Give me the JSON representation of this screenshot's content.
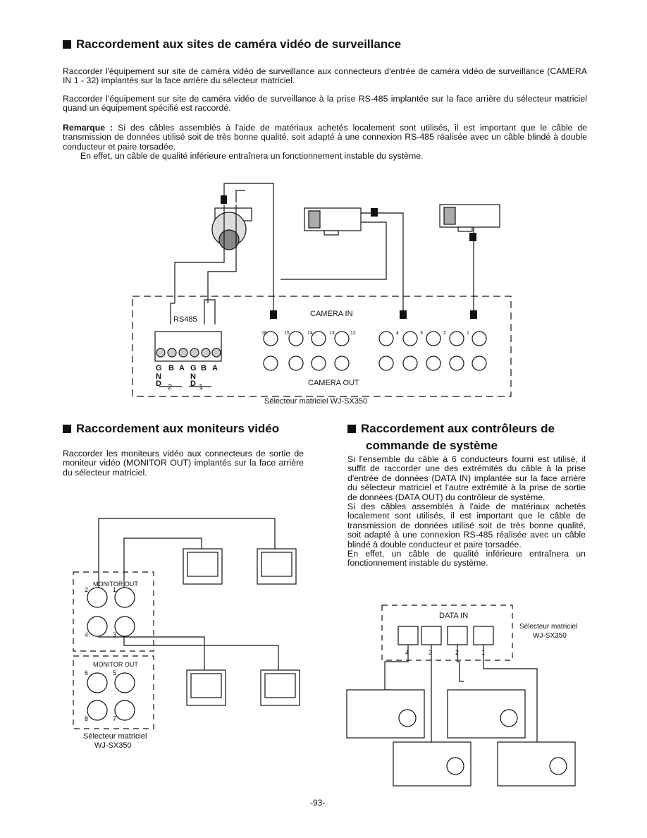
{
  "section1": {
    "title": "Raccordement aux sites de caméra vidéo de surveillance",
    "para1": "Raccorder l'équipement sur site de caméra vidéo de surveillance aux connecteurs d'entrée de caméra vidéo de surveillance (CAMERA IN 1 - 32) implantés sur la face arrière du sélecteur matriciel.",
    "para2": "Raccorder l'équipement sur site de caméra vidéo de surveillance à la prise RS-485 implantée sur la face arrière du sélecteur matriciel quand un équipement spécifié est raccordé.",
    "note_label": "Remarque :",
    "note_text": "Si des câbles assemblés à l'aide de matériaux achetés localement sont utilisés, il est important que le câble de transmission de données utilisé soit de très bonne qualité, soit adapté à une connexion RS-485 réalisée avec un câble blindé à double conducteur et paire torsadée.",
    "note_text2": "En effet, un câble de qualité inférieure entraînera un fonctionnement instable du système."
  },
  "diagram1": {
    "rs485": "RS485",
    "camera_in": "CAMERA IN",
    "camera_out": "CAMERA OUT",
    "terminal_labels": [
      "G",
      "B",
      "A",
      "G",
      "B",
      "A"
    ],
    "gnd_letters": [
      "N",
      "D"
    ],
    "group_labels": [
      "2",
      "1"
    ],
    "left_block_numbers": [
      "16",
      "15",
      "14",
      "13",
      "12"
    ],
    "right_block_numbers": [
      "4",
      "3",
      "2",
      "1"
    ],
    "caption": "Sélecteur matriciel WJ-SX350"
  },
  "section2": {
    "title": "Raccordement aux moniteurs vidéo",
    "para": "Raccorder les moniteurs vidéo aux connecteurs de sortie de moniteur vidéo (MONITOR OUT) implantés sur la face arrière du sélecteur matriciel."
  },
  "diagram2": {
    "monitor_out_1": "MONITOR OUT",
    "monitor_out_2": "MONITOR OUT",
    "jack_numbers_top": [
      "2",
      "1",
      "4",
      "3"
    ],
    "jack_numbers_bottom": [
      "6",
      "5",
      "8",
      "7"
    ],
    "caption_line1": "Sélecteur matriciel",
    "caption_line2": "WJ-SX350"
  },
  "section3": {
    "title_line1": "Raccordement aux contrôleurs de",
    "title_line2": "commande de système",
    "para1": "Si l'ensemble du câble à 6 conducteurs fourni est utilisé, il suffit de raccorder une des extrémités du câble à la prise d'entrée de données (DATA IN) implantée sur la face arrière du sélecteur matriciel et l'autre extrémité à la prise de sortie de données (DATA OUT) du contrôleur de système.",
    "para2": "Si des câbles assemblés à l'aide de matériaux achetés localement sont utilisés, il est important que le câble de transmission de données utilisé soit de très bonne qualité, soit adapté à une connexion RS-485 réalisée avec un câble blindé à double conducteur et paire torsadée.",
    "para3": "En effet, un câble de qualité inférieure entraînera un fonctionnement instable du système."
  },
  "diagram3": {
    "data_in": "DATA IN",
    "caption_line1": "Sélecteur matriciel",
    "caption_line2": "WJ-SX350",
    "port_numbers": [
      "4",
      "3",
      "2",
      "1"
    ]
  },
  "footer": {
    "page_number": "-93-"
  }
}
